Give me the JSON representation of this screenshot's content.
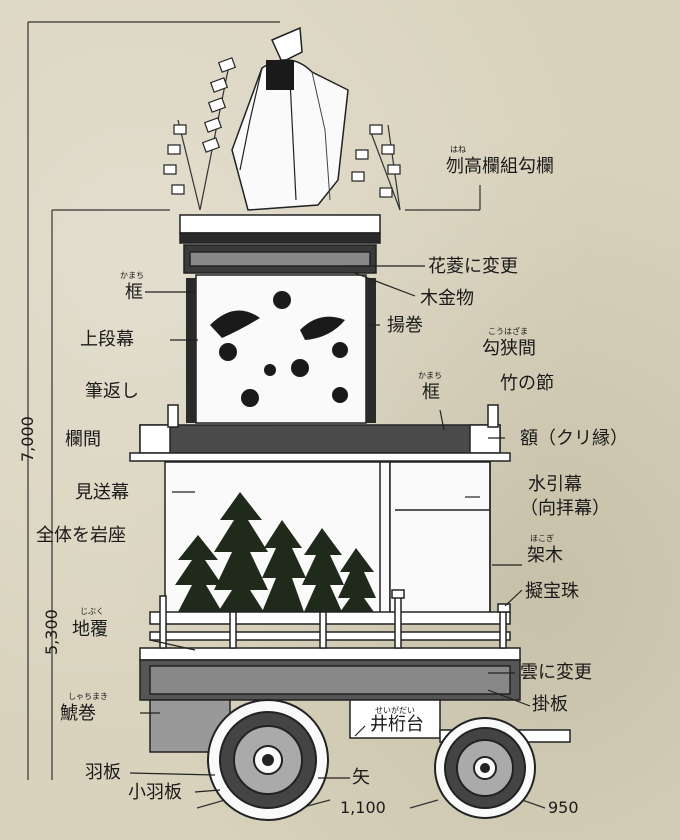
{
  "labels": {
    "katsura_takaranran": "刎高欄組勾欄",
    "katsura_takaranran_ruby": "はね",
    "hanabishi": "花菱に変更",
    "kikanamono": "木金物",
    "kamachi_upper": "框",
    "kamachi_upper_ruby": "かまち",
    "jodanmaku": "上段幕",
    "agemaki": "揚巻",
    "kohazama": "勾狭間",
    "kohazama_ruby": "こうはざま",
    "fudegaeshi": "筆返し",
    "kamachi_lower": "框",
    "kamachi_lower_ruby": "かまち",
    "takenofushi": "竹の節",
    "ranma": "欄間",
    "gaku": "額（クリ縁）",
    "miokurimaku": "見送幕",
    "mizuhikimaku": "水引幕",
    "kouhaimaku": "（向拝幕）",
    "zentai_iwaza": "全体を岩座",
    "hokogi": "架木",
    "hokogi_ruby": "ほこぎ",
    "gihoshu": "擬宝珠",
    "jifuku": "地覆",
    "jifuku_ruby": "じぶく",
    "kumo": "雲に変更",
    "kakeita": "掛板",
    "shachimaki": "鯱巻",
    "shachimaki_ruby": "しゃちまき",
    "seigadai": "井桁台",
    "seigadai_ruby": "せいがだい",
    "haita": "羽板",
    "kohaita": "小羽板",
    "ya": "矢"
  },
  "dimensions": {
    "total_height": "7,000",
    "body_height": "5,300",
    "front_wheel": "1,100",
    "rear_wheel": "950"
  },
  "colors": {
    "ink": "#1a1a1a",
    "paper": "#d9d3bd",
    "white": "#ffffff",
    "pine": "#1f2a1a"
  }
}
